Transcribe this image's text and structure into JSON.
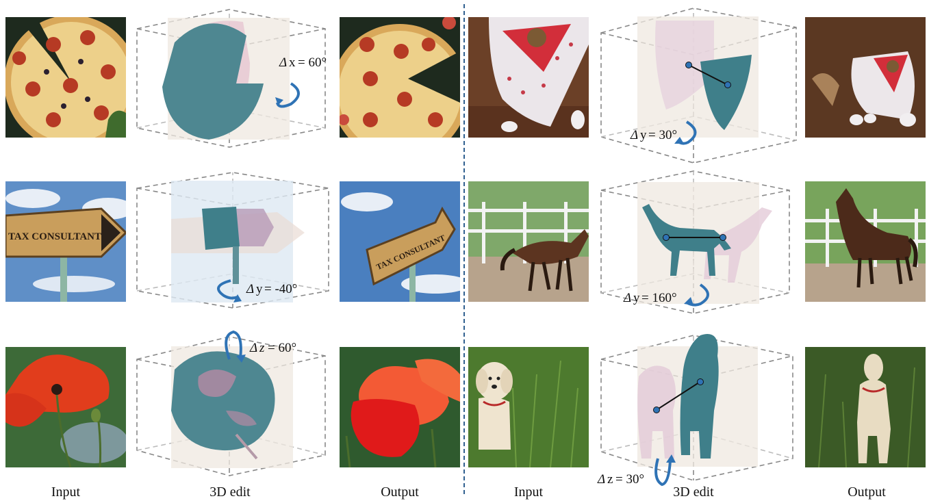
{
  "figure": {
    "column_labels": [
      "Input",
      "3D edit",
      "Output",
      "Input",
      "3D edit",
      "Output"
    ],
    "rotations": [
      {
        "axis": "x",
        "text": "= 60°"
      },
      {
        "axis": "y",
        "text": "= 30°"
      },
      {
        "axis": "y",
        "text": "= -40°"
      },
      {
        "axis": "y",
        "text": "= 160°"
      },
      {
        "axis": "z",
        "text": "= 60°"
      },
      {
        "axis": "z",
        "text": "= 30°"
      }
    ],
    "scenes": [
      {
        "name": "pizza",
        "input": "pizza with a missing slice",
        "output": "rotated pizza"
      },
      {
        "name": "pillow",
        "input": "red and white pillow",
        "output": "moved pillow"
      },
      {
        "name": "sign",
        "input": "TAX CONSULTANT sign",
        "output": "rotated sign",
        "sign_text_input": "TAX CONSULTANT",
        "sign_text_output": "TAX CONSULTANT"
      },
      {
        "name": "horse",
        "input": "horse walking",
        "output": "horse turned"
      },
      {
        "name": "poppy",
        "input": "red poppy flower",
        "output": "rotated poppy"
      },
      {
        "name": "dog",
        "input": "dog in grass",
        "output": "dog looking up"
      }
    ],
    "colors": {
      "mesh": "#3f7f8a",
      "ghost": "#d7b7cc",
      "arrow": "#2f73b5",
      "divider": "#2f5f8f"
    }
  }
}
